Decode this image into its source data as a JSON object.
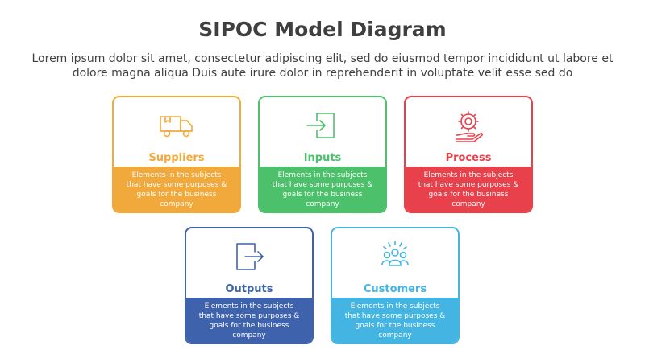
{
  "header": {
    "title": "SIPOC Model Diagram",
    "subtitle": "Lorem ipsum dolor sit amet, consectetur adipiscing elit, sed do eiusmod tempor incididunt ut labore et dolore magna aliqua Duis aute irure dolor in reprehenderit in voluptate velit esse sed do"
  },
  "cards": [
    {
      "label": "Suppliers",
      "icon": "delivery-truck-icon",
      "color": "#f2a93b",
      "desc": "Elements in the subjects that have some purposes & goals for the business company"
    },
    {
      "label": "Inputs",
      "icon": "sign-in-icon",
      "color": "#4cc06a",
      "desc": "Elements in the subjects that have some purposes & goals for the business company"
    },
    {
      "label": "Process",
      "icon": "gear-hand-icon",
      "color": "#e8414b",
      "desc": "Elements in the subjects that have some purposes & goals for the business company"
    },
    {
      "label": "Outputs",
      "icon": "sign-out-icon",
      "color": "#3f62ad",
      "desc": "Elements in the subjects that have some purposes & goals for the business company"
    },
    {
      "label": "Customers",
      "icon": "customers-group-icon",
      "color": "#44b5e3",
      "desc": "Elements in the subjects that have some purposes & goals for the business company"
    }
  ]
}
